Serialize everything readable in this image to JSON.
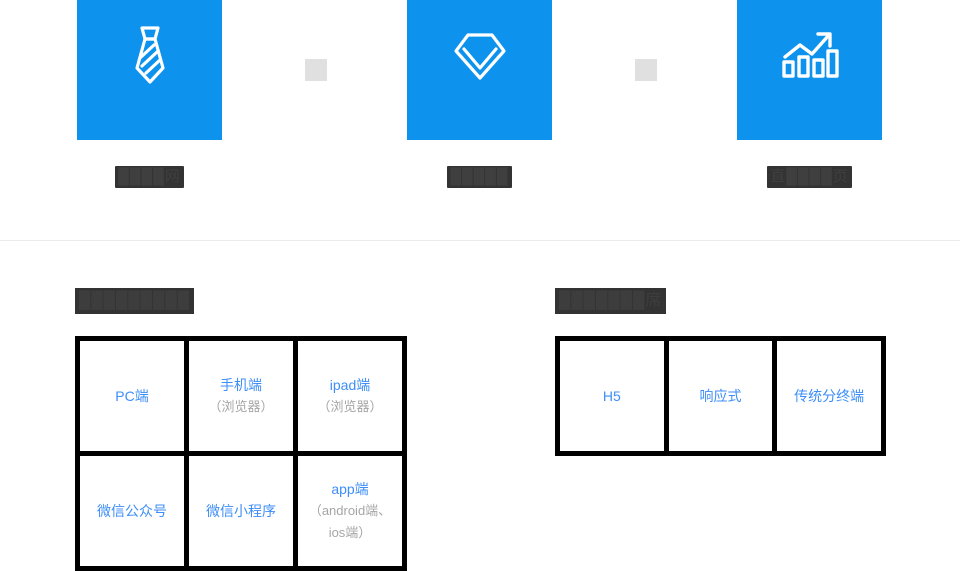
{
  "top_section": {
    "features": [
      {
        "icon": "necktie-icon",
        "label": "████网",
        "redacted": true
      },
      {
        "icon": "diamond-gem-icon",
        "label": "█████",
        "redacted": true
      },
      {
        "icon": "growth-bar-chart-icon",
        "label": "直████页",
        "redacted": true
      }
    ],
    "separators": [
      "separator-square-1",
      "separator-square-2"
    ]
  },
  "panels": [
    {
      "heading": "█████████",
      "heading_redacted": true,
      "cells": [
        {
          "title": "PC端",
          "sub": ""
        },
        {
          "title": "手机端",
          "sub": "（浏览器）"
        },
        {
          "title": "ipad端",
          "sub": "（浏览器）"
        },
        {
          "title": "微信公众号",
          "sub": ""
        },
        {
          "title": "微信小程序",
          "sub": ""
        },
        {
          "title": "app端",
          "sub": "（android端、ios端）"
        }
      ]
    },
    {
      "heading": "███████席",
      "heading_redacted": true,
      "cells": [
        {
          "title": "H5",
          "sub": ""
        },
        {
          "title": "响应式",
          "sub": ""
        },
        {
          "title": "传统分终端",
          "sub": ""
        }
      ]
    }
  ],
  "colors": {
    "tile_blue": "#0d92ee",
    "text_blue": "#3d8ef8",
    "sub_gray": "#a6a6a6",
    "redaction": "#333333",
    "separator_gray": "#e0e0e0",
    "divider_gray": "#ececec",
    "grid_border": "#000000"
  }
}
